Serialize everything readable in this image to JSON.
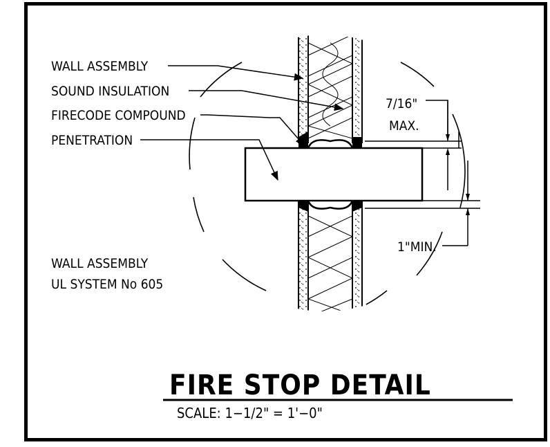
{
  "labels": {
    "wall_assembly": "WALL ASSEMBLY",
    "sound_insulation": "SOUND INSULATION",
    "firecode_compound": "FIRECODE COMPOUND",
    "penetration": "PENETRATION",
    "gap_max_value": "7/16\"",
    "gap_max_suffix": "MAX.",
    "clearance_min": "1\"MIN.",
    "system_line1": "WALL ASSEMBLY",
    "system_line2": "UL SYSTEM No 605"
  },
  "title": "FIRE STOP DETAIL",
  "scale": "SCALE:  1−1/2\"  =  1'−0\""
}
